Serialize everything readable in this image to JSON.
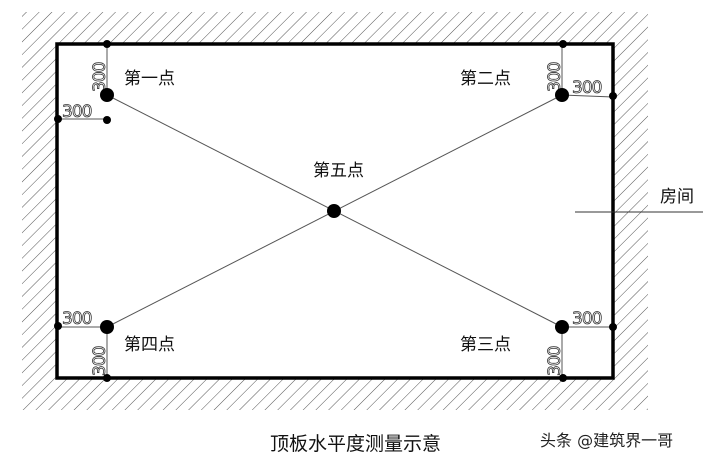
{
  "diagram": {
    "points": [
      {
        "id": "p1",
        "label": "第一点"
      },
      {
        "id": "p2",
        "label": "第二点"
      },
      {
        "id": "p3",
        "label": "第三点"
      },
      {
        "id": "p4",
        "label": "第四点"
      },
      {
        "id": "p5",
        "label": "第五点"
      }
    ],
    "dimension": "300",
    "room_label": "房间",
    "caption": "顶板水平度测量示意",
    "watermark": "头条 @建筑界一哥"
  }
}
